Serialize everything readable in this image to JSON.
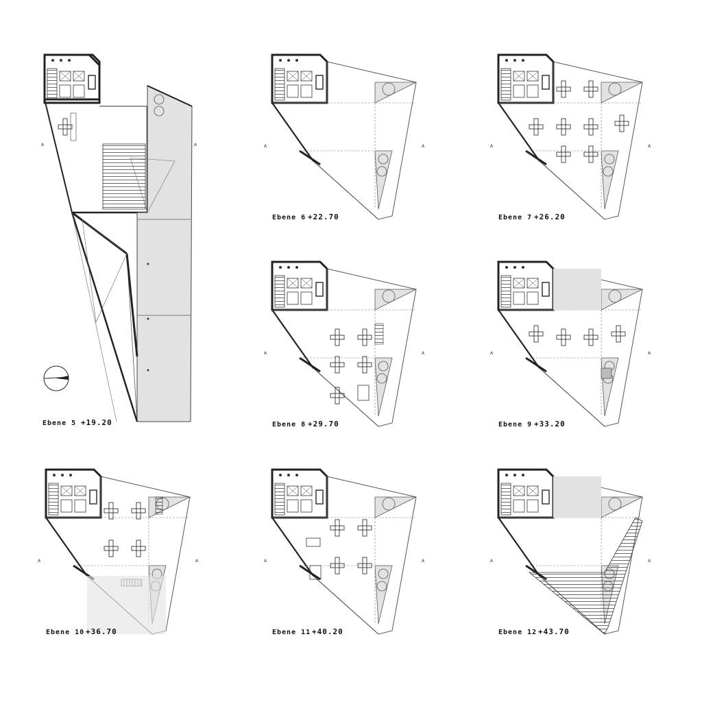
{
  "plans": [
    {
      "id": "ebene-5",
      "level": "Ebene 5",
      "elevation": "+19.20"
    },
    {
      "id": "ebene-6",
      "level": "Ebene 6",
      "elevation": "+22.70"
    },
    {
      "id": "ebene-7",
      "level": "Ebene 7",
      "elevation": "+26.20"
    },
    {
      "id": "ebene-8",
      "level": "Ebene 8",
      "elevation": "+29.70"
    },
    {
      "id": "ebene-9",
      "level": "Ebene 9",
      "elevation": "+33.20"
    },
    {
      "id": "ebene-10",
      "level": "Ebene 10",
      "elevation": "+36.70"
    },
    {
      "id": "ebene-11",
      "level": "Ebene 11",
      "elevation": "+40.20"
    },
    {
      "id": "ebene-12",
      "level": "Ebene 12",
      "elevation": "+43.70"
    }
  ],
  "colors": {
    "wall": "#2a2a2a",
    "line": "#555555",
    "fill": "#e2e2e2"
  },
  "icons": [
    "north-arrow-icon"
  ]
}
